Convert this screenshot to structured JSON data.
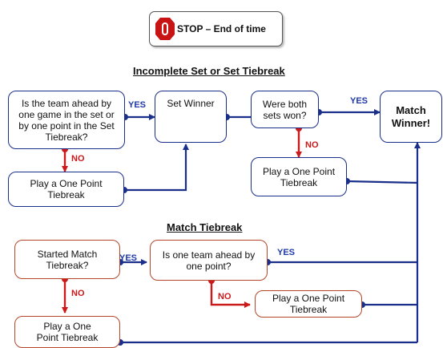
{
  "stop_box": {
    "icon": "stop-sign-icon",
    "text": "STOP – End of time"
  },
  "sections": {
    "set": "Incomplete Set or Set Tiebreak",
    "match": "Match Tiebreak"
  },
  "nodes": {
    "team_ahead_question": "Is the team ahead by one game in the set or by one point in the Set Tiebreak?",
    "set_winner": "Set Winner",
    "both_sets_question": "Were both sets won?",
    "match_winner": "Match Winner!",
    "play_one_point_set": "Play a One Point Tiebreak",
    "play_one_point_sets_won": "Play a One Point Tiebreak",
    "started_match_tiebreak": "Started Match Tiebreak?",
    "one_team_ahead_question": "Is one team ahead by one point?",
    "play_one_point_match_no": "Play a One Point Tiebreak",
    "play_one_point_match_bottom": "Play a One Point Tiebreak"
  },
  "labels": {
    "yes": "YES",
    "no": "NO"
  },
  "colors": {
    "blue": "#1a2f8a",
    "red": "#cc1a1a",
    "red_border": "#b5462a",
    "stop_red": "#c81414"
  }
}
